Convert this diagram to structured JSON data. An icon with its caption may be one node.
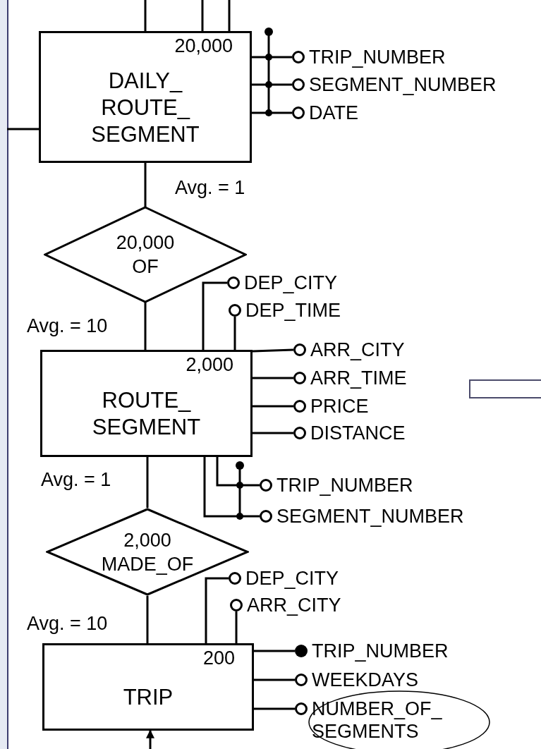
{
  "diagram": {
    "nodes": [
      {
        "text": [
          "20,000",
          "DAILY_ ROUTE_ SEGMENT"
        ]
      },
      {
        "text": [],
        "shape": "circle",
        "beside": [
          "TRIP_NUMBER"
        ]
      },
      {
        "text": [],
        "shape": "circle",
        "beside": [
          "SEGMENT_NUMBER"
        ]
      },
      {
        "text": [],
        "shape": "circle",
        "beside": [
          "DATE"
        ]
      },
      {
        "text": [
          "20,000",
          "OF"
        ]
      },
      {
        "text": [
          "2,000",
          "ROUTE_ SEGMENT"
        ]
      },
      {
        "text": [],
        "shape": "circle",
        "beside": [
          "DEP_CITY"
        ]
      },
      {
        "text": [],
        "shape": "circle",
        "beside": [
          "DEP_TIME"
        ]
      },
      {
        "text": [],
        "shape": "circle",
        "beside": [
          "ARR_CITY"
        ]
      },
      {
        "text": [],
        "shape": "circle",
        "beside": [
          "ARR_TIME"
        ]
      },
      {
        "text": [],
        "shape": "circle",
        "beside": [
          "PRICE"
        ]
      },
      {
        "text": [],
        "shape": "circle",
        "beside": [
          "DISTANCE"
        ]
      },
      {
        "text": [],
        "shape": "circle",
        "beside": [
          "TRIP_NUMBER"
        ]
      },
      {
        "text": [],
        "shape": "circle",
        "beside": [
          "SEGMENT_NUMBER"
        ]
      },
      {
        "text": [
          "2,000",
          "MADE_OF"
        ]
      },
      {
        "text": [
          "200",
          "TRIP"
        ]
      },
      {
        "text": [],
        "shape": "circle",
        "beside": [
          "DEP_CITY"
        ]
      },
      {
        "text": [],
        "shape": "circle",
        "beside": [
          "ARR_CITY"
        ]
      },
      {
        "text": [],
        "shape": "dot",
        "beside": [
          "TRIP_NUMBER"
        ]
      },
      {
        "text": [],
        "shape": "circle",
        "beside": [
          "WEEKDAYS"
        ]
      },
      {
        "text": [],
        "shape": "circle",
        "beside": [
          "NUMBER_OF_ SEGMENTS"
        ]
      },
      {
        "text": [],
        "shape": "box"
      }
    ],
    "edges": [
      {
        "from": null,
        "to": 0,
        "arrow": "none"
      },
      {
        "from": null,
        "to": 0,
        "arrow": "none"
      },
      {
        "from": null,
        "to": 0,
        "arrow": "none"
      },
      {
        "from": null,
        "to": 0,
        "arrow": "none"
      },
      {
        "from": 0,
        "to": 1,
        "arrow": "none"
      },
      {
        "from": 0,
        "to": 2,
        "arrow": "none"
      },
      {
        "from": 0,
        "to": 3,
        "arrow": "none"
      },
      {
        "from": 0,
        "to": 4,
        "arrow": "none",
        "label": "Avg. = 1"
      },
      {
        "from": 4,
        "to": 5,
        "arrow": "none",
        "label": "Avg. = 10"
      },
      {
        "from": 5,
        "to": 6,
        "arrow": "none"
      },
      {
        "from": 5,
        "to": 7,
        "arrow": "none"
      },
      {
        "from": 5,
        "to": 8,
        "arrow": "none"
      },
      {
        "from": 5,
        "to": 9,
        "arrow": "none"
      },
      {
        "from": 5,
        "to": 10,
        "arrow": "none"
      },
      {
        "from": 5,
        "to": 11,
        "arrow": "none"
      },
      {
        "from": 5,
        "to": 12,
        "arrow": "none"
      },
      {
        "from": 5,
        "to": 13,
        "arrow": "none"
      },
      {
        "from": 5,
        "to": 14,
        "arrow": "none",
        "label": "Avg. = 1"
      },
      {
        "from": 14,
        "to": 15,
        "arrow": "none",
        "label": "Avg. = 10"
      },
      {
        "from": 15,
        "to": 16,
        "arrow": "none"
      },
      {
        "from": 15,
        "to": 17,
        "arrow": "none"
      },
      {
        "from": 15,
        "to": 18,
        "arrow": "none"
      },
      {
        "from": 15,
        "to": 19,
        "arrow": "none"
      },
      {
        "from": 15,
        "to": 20,
        "arrow": "none"
      },
      {
        "from": null,
        "to": 15,
        "arrow": "to"
      }
    ]
  }
}
